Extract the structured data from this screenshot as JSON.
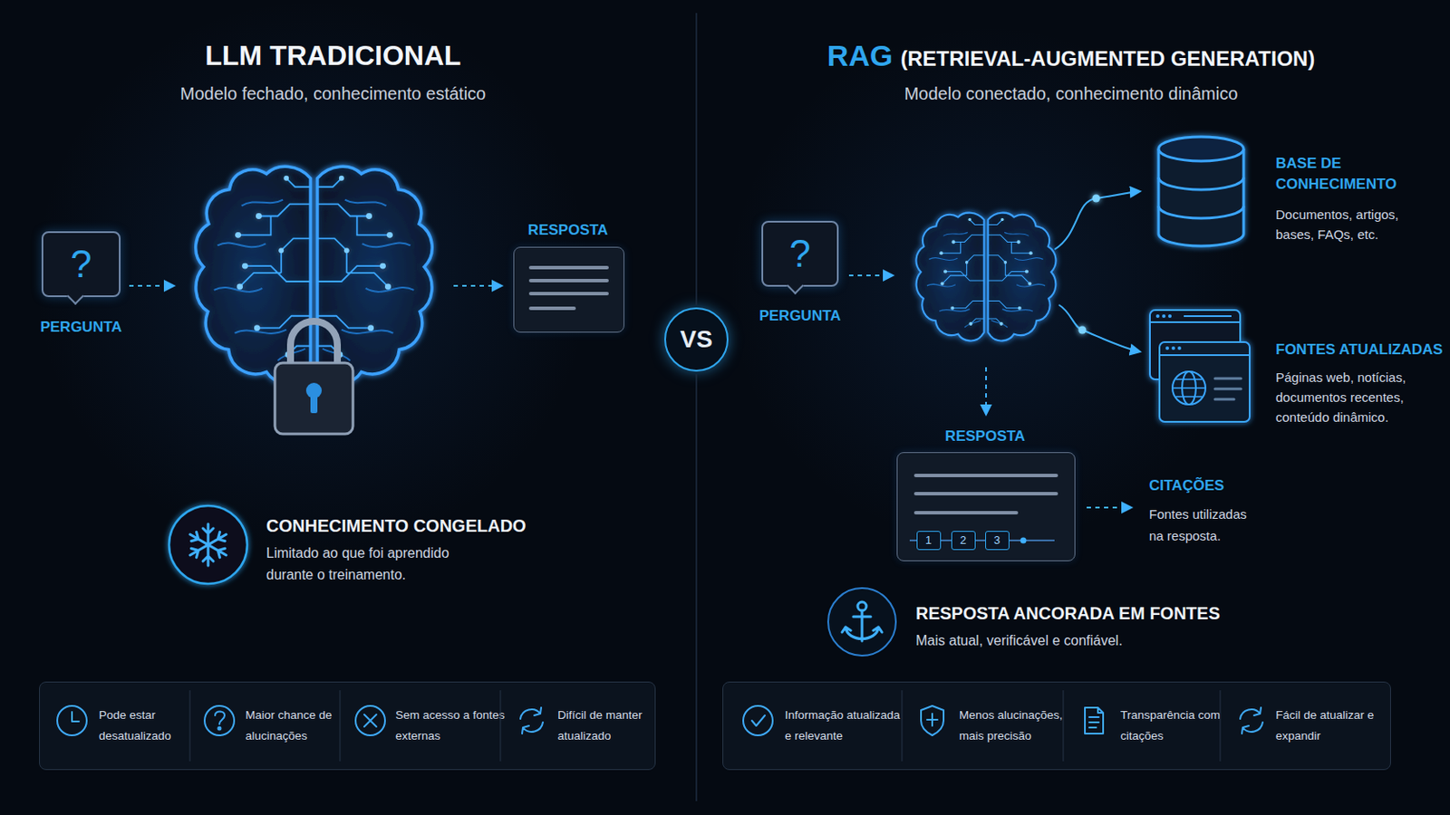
{
  "diagram": {
    "nodes": [
      {
        "text": [
          "?",
          "PERGUNTA"
        ]
      },
      {
        "text": [
          "RESPOSTA"
        ]
      },
      {
        "text": [
          "Pode estar desatualizado",
          "Maior chance de alucinações",
          "Sem acesso a fontes externas",
          "Difícil de manter atualizado"
        ]
      },
      {
        "text": [
          "VS"
        ]
      },
      {
        "text": [
          "?",
          "PERGUNTA"
        ]
      },
      {
        "text": [
          "BASE DE CONHECIMENTO",
          "Documentos, artigos, bases, FAQs, etc."
        ]
      },
      {
        "text": [
          "FONTES ATUALIZADAS",
          "Páginas web, notícias, documentos recentes, conteúdo dinâmico."
        ]
      },
      {
        "text": [
          "RESPOSTA"
        ]
      },
      {
        "text": [
          "1"
        ],
        "in": 7
      },
      {
        "text": [
          "2"
        ],
        "in": 7
      },
      {
        "text": [
          "3"
        ],
        "in": 7
      },
      {
        "text": [
          "Informação atualizada e relevante",
          "Menos alucinações, mais precisão",
          "Transparência com citações",
          "Fácil de atualizar e expandir"
        ]
      }
    ],
    "labels": [
      "LLM TRADICIONAL",
      "Modelo fechado, conhecimento estático",
      "CONHECIMENTO CONGELADO",
      "Limitado ao que foi aprendido durante o treinamento.",
      "RAG",
      "(RETRIEVAL-AUGMENTED GENERATION)",
      "Modelo conectado, conhecimento dinâmico",
      "CITAÇÕES",
      "Fontes utilizadas na resposta.",
      "RESPOSTA ANCORADA EM FONTES",
      "Mais atual, verificável e confiável."
    ]
  }
}
